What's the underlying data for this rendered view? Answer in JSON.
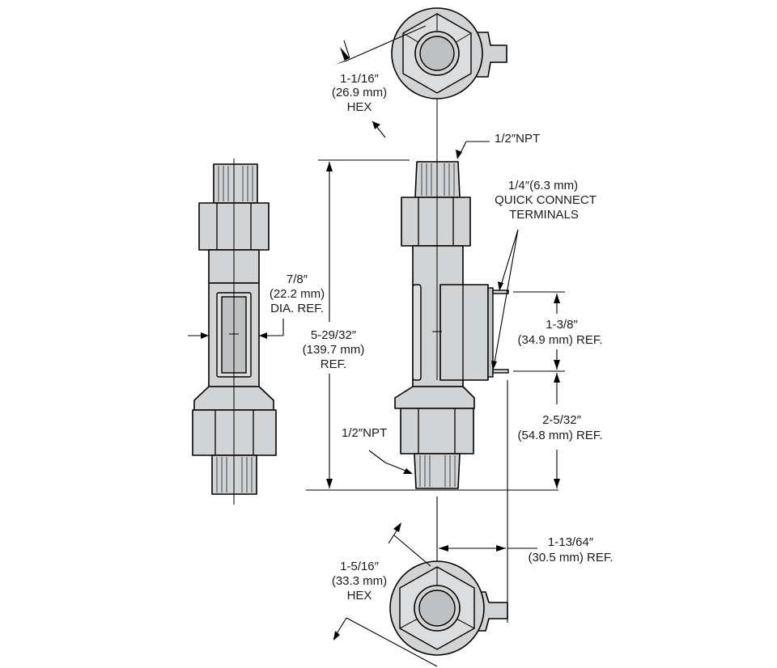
{
  "labels": {
    "top_hex_line1": "1-1/16″",
    "top_hex_line2": "(26.9 mm)",
    "top_hex_line3": "HEX",
    "top_npt": "1/2″NPT",
    "terminals_line1": "1/4″(6.3 mm)",
    "terminals_line2": "QUICK CONNECT",
    "terminals_line3": "TERMINALS",
    "dia_line1": "7/8″",
    "dia_line2": "(22.2 mm)",
    "dia_line3": "DIA. REF.",
    "length_line1": "5-29/32″",
    "length_line2": "(139.7 mm)",
    "length_line3": "REF.",
    "term_spacing_line1": "1-3/8″",
    "term_spacing_line2": "(34.9 mm) REF.",
    "term_height_line1": "2-5/32″",
    "term_height_line2": "(54.8 mm) REF.",
    "bottom_npt": "1/2″NPT",
    "offset_line1": "1-13/64″",
    "offset_line2": "(30.5 mm) REF.",
    "bottom_hex_line1": "1-5/16″",
    "bottom_hex_line2": "(33.3 mm)",
    "bottom_hex_line3": "HEX"
  }
}
